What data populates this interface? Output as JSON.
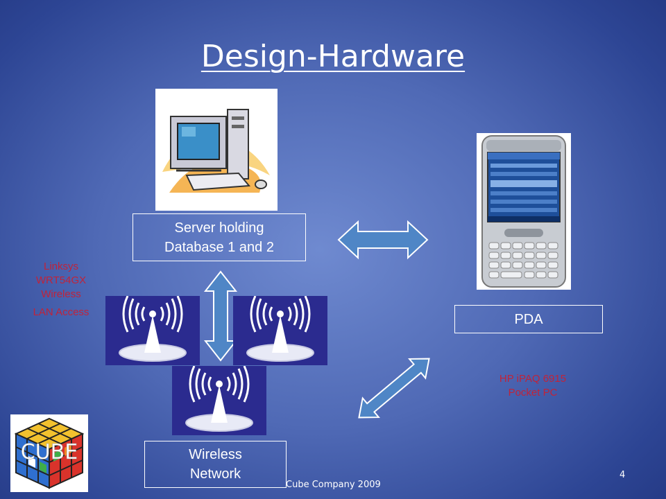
{
  "title": "Design-Hardware",
  "nodes": {
    "server": "Server holding Database 1 and 2",
    "server_line1": "Server holding",
    "server_line2": "Database 1 and 2",
    "pda": "PDA",
    "wireless_line1": "Wireless",
    "wireless_line2": "Network"
  },
  "labels": {
    "linksys_line1": "Linksys",
    "linksys_line2": "WRT54GX",
    "linksys_line3": "Wireless",
    "linksys_line4": "LAN Access",
    "hp_line1": "HP iPAQ 6915",
    "hp_line2": "Pocket PC"
  },
  "logo_text": "CUBE",
  "footer": {
    "company": "Cube Company 2009",
    "page_number": "4"
  },
  "colors": {
    "label_red": "#c0233a",
    "arrow_fill": "#4f86c6",
    "tower_bg": "#2b2b8f"
  },
  "icons": [
    "computer-icon",
    "pda-device-icon",
    "wireless-tower-icon",
    "cube-logo-icon",
    "double-arrow-icon"
  ]
}
